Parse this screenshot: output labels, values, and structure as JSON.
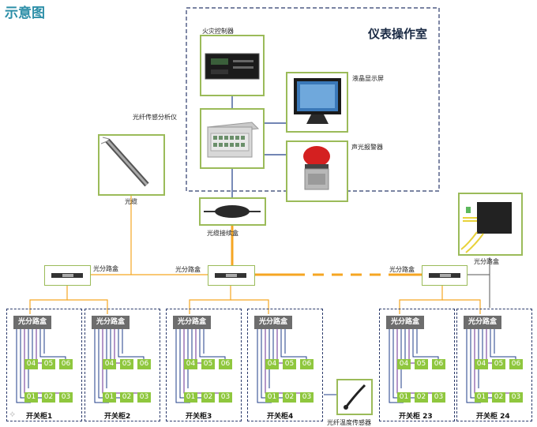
{
  "title": "示意图",
  "control_room": {
    "label": "仪表操作室"
  },
  "devices": {
    "fire_controller": "火灾控制器",
    "analyzer": "光纤传感分析仪",
    "lcd": "液晶显示屏",
    "alarm": "声光报警器",
    "cable": "光缆",
    "junction": "光缆接续盒",
    "sensor": "光纤温度传感器"
  },
  "splitter_label": "光分路盒",
  "top_splitters": [
    "光分路盒",
    "光分路盒",
    "光分路盒"
  ],
  "cabinets": [
    {
      "name": "开关柜1",
      "box": "光分路盒",
      "ports": [
        "01",
        "02",
        "03",
        "04",
        "05",
        "06"
      ]
    },
    {
      "name": "开关柜2",
      "box": "光分路盒",
      "ports": [
        "01",
        "02",
        "03",
        "04",
        "05",
        "06"
      ]
    },
    {
      "name": "开关柜3",
      "box": "光分路盒",
      "ports": [
        "01",
        "02",
        "03",
        "04",
        "05",
        "06"
      ]
    },
    {
      "name": "开关柜4",
      "box": "光分路盒",
      "ports": [
        "01",
        "02",
        "03",
        "04",
        "05",
        "06"
      ]
    },
    {
      "name": "开关柜 23",
      "box": "光分路盒",
      "ports": [
        "01",
        "02",
        "03",
        "04",
        "05",
        "06"
      ]
    },
    {
      "name": "开关柜 24",
      "box": "光分路盒",
      "ports": [
        "01",
        "02",
        "03",
        "04",
        "05",
        "06"
      ]
    }
  ],
  "colors": {
    "frame": "#9bbb59",
    "fiber_orange": "#f5a623",
    "dashed_border": "#2b3a6b",
    "port_green": "#8fc73e",
    "box_gray": "#6d6d6d"
  }
}
